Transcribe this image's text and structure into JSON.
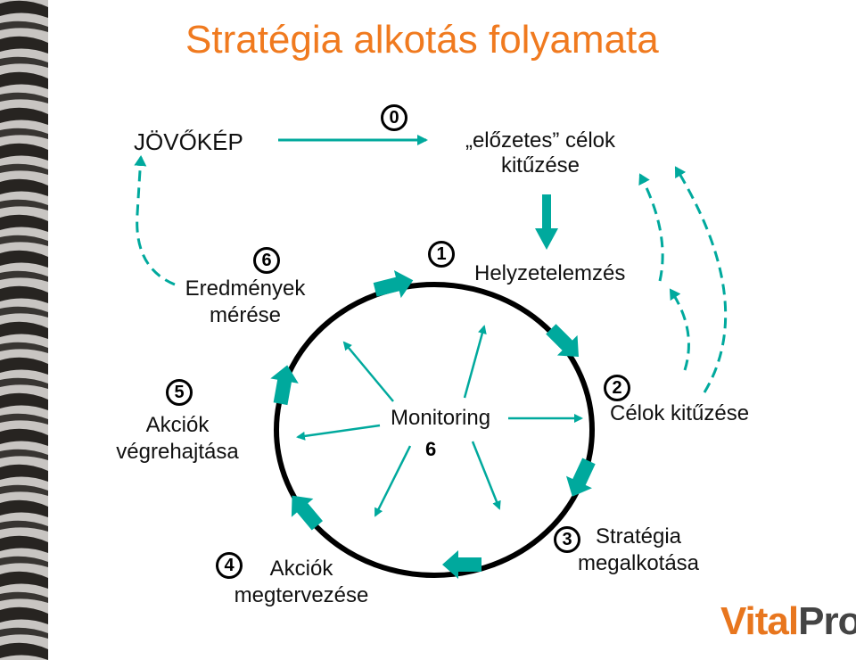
{
  "title": "Stratégia alkotás folyamata",
  "vision": {
    "label": "JÖVŐKÉP"
  },
  "nodes": {
    "prelim_goals": {
      "badge": "0",
      "line1": "„előzetes” célok",
      "line2": "kitűzése"
    },
    "situation": {
      "badge": "1",
      "label": "Helyzetelemzés"
    },
    "goals": {
      "badge": "2",
      "label": "Célok kitűzése"
    },
    "strategy": {
      "badge": "3",
      "line1": "Stratégia",
      "line2": "megalkotása"
    },
    "plan": {
      "badge": "4",
      "line1": "Akciók",
      "line2": "megtervezése"
    },
    "execute": {
      "badge": "5",
      "line1": "Akciók",
      "line2": "végrehajtása"
    },
    "measure": {
      "badge": "6",
      "line1": "Eredmények",
      "line2": "mérése"
    },
    "monitoring": {
      "label": "Monitoring",
      "badge": "6"
    }
  },
  "logo": {
    "part1": "Vital",
    "part2": "Pro"
  },
  "colors": {
    "title": "#f07a1f",
    "accent": "#00a99d",
    "cycle": "#000000",
    "logo_orange": "#e8761e",
    "logo_gray": "#444444"
  }
}
